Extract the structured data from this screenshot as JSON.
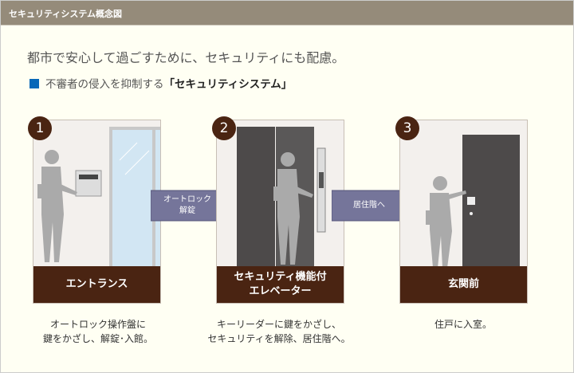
{
  "header": {
    "title": "セキュリティシステム概念図"
  },
  "lead": "都市で安心して過ごすために、セキュリティにも配慮。",
  "subtitle": {
    "prefix": "不審者の侵入を抑制する",
    "emphasis": "「セキュリティシステム」"
  },
  "steps": [
    {
      "number": "1",
      "label": "エントランス",
      "desc_line1": "オートロック操作盤に",
      "desc_line2": "鍵をかざし、解錠･入館。"
    },
    {
      "number": "2",
      "label_line1": "セキュリティ機能付",
      "label_line2": "エレベーター",
      "desc_line1": "キーリーダーに鍵をかざし、",
      "desc_line2": "セキュリティを解除、居住階へ。"
    },
    {
      "number": "3",
      "label": "玄関前",
      "desc_line1": "住戸に入室。"
    }
  ],
  "arrows": [
    {
      "line1": "オートロック",
      "line2": "解錠"
    },
    {
      "line1": "居住階へ"
    }
  ],
  "colors": {
    "header": "#958b7a",
    "label_bg": "#4a2412",
    "arrow": "#75759a",
    "accent": "#0868b8"
  }
}
